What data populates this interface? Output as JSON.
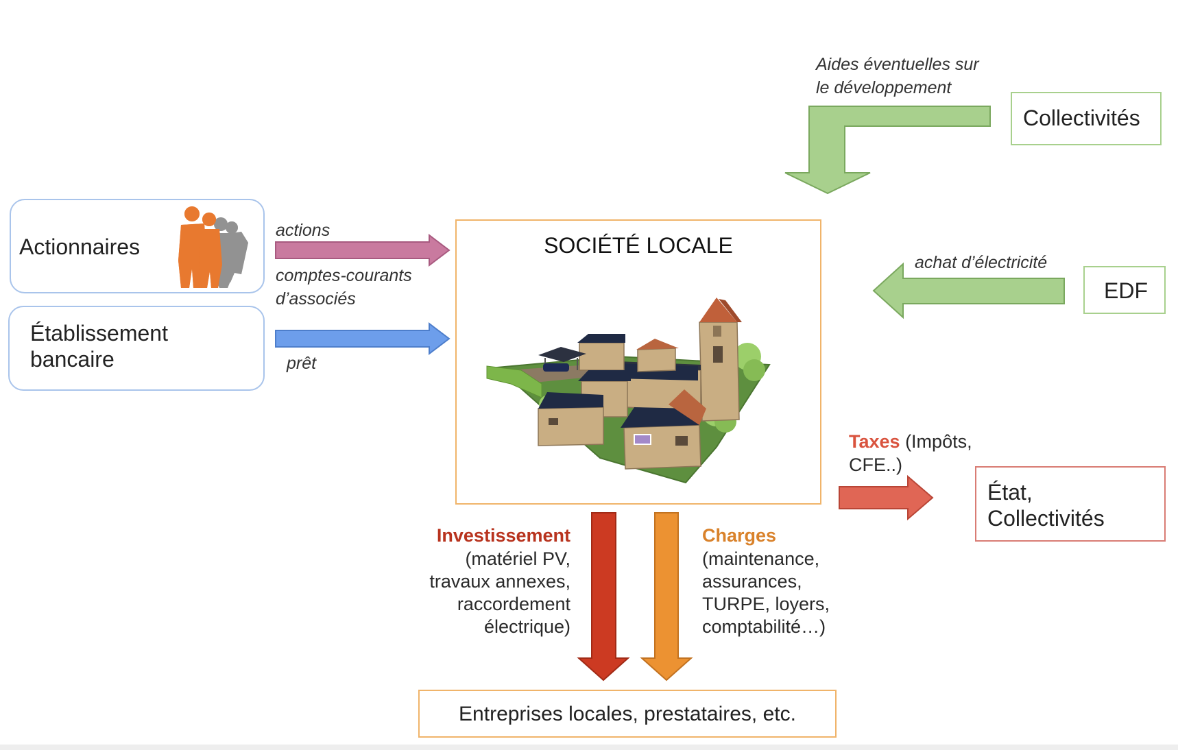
{
  "center": {
    "title": "SOCIÉTÉ LOCALE",
    "image_icon": "village-solar-panels-illustration"
  },
  "left": {
    "actionnaires": "Actionnaires",
    "people_icon": "shareholders-people-icon",
    "banque_line1": "Établissement",
    "banque_line2": "bancaire"
  },
  "arrows": {
    "actions": "actions",
    "comptes_line1": "comptes-courants",
    "comptes_line2": "d’associés",
    "pret": "prêt",
    "aides_line1": "Aides éventuelles sur",
    "aides_line2": "le développement",
    "achat": "achat d’électricité"
  },
  "right": {
    "collectivites": "Collectivités",
    "edf": "EDF",
    "etat_line1": "État,",
    "etat_line2": "Collectivités",
    "taxes_bold": "Taxes",
    "taxes_rest": " (Impôts,",
    "taxes_line2": "CFE..)"
  },
  "bottom": {
    "invest_title": "Investissement",
    "invest_lines": [
      "(matériel PV,",
      "travaux annexes,",
      "raccordement",
      "électrique)"
    ],
    "charges_title": "Charges",
    "charges_lines": [
      "(maintenance,",
      "assurances,",
      "TURPE, loyers,",
      "comptabilité…)"
    ],
    "entreprises": "Entreprises locales, prestataires, etc."
  },
  "colors": {
    "actions_arrow": "#c97a9f",
    "pret_arrow": "#6d9eeb",
    "green_arrow": "#a8d08d",
    "taxes_arrow": "#e06655",
    "invest_arrow": "#cc3a22",
    "charges_arrow": "#ec9232",
    "orange_border": "#f0b46a",
    "green_border": "#a8d08d",
    "blue_border": "#a9c4eb",
    "red_border": "#d97c74"
  }
}
